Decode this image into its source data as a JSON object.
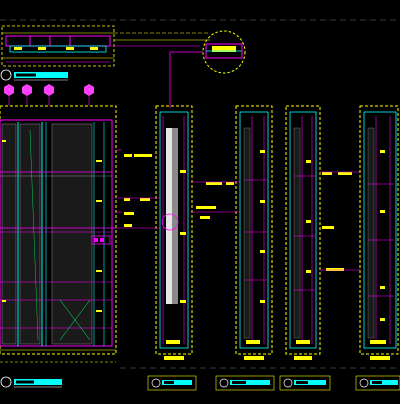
{
  "colors": {
    "background": "#000000",
    "yellow": "#ffff00",
    "cyan": "#00ffff",
    "magenta": "#ff00ff",
    "green": "#00ff66",
    "white": "#ffffff",
    "gray": "#8a8a8a",
    "red": "#ff3030",
    "tag_fill": "#ff40ff"
  },
  "section_tags": [
    "",
    "",
    "",
    ""
  ],
  "title_blocks": [
    {
      "id": "top-left"
    },
    {
      "id": "bottom-left"
    },
    {
      "id": "bottom-1"
    },
    {
      "id": "bottom-2"
    },
    {
      "id": "bottom-3"
    },
    {
      "id": "bottom-4"
    }
  ],
  "detail_callout": {
    "label": ""
  },
  "sections": [
    {
      "id": "section-a"
    },
    {
      "id": "section-b"
    },
    {
      "id": "section-c"
    },
    {
      "id": "section-d"
    }
  ]
}
